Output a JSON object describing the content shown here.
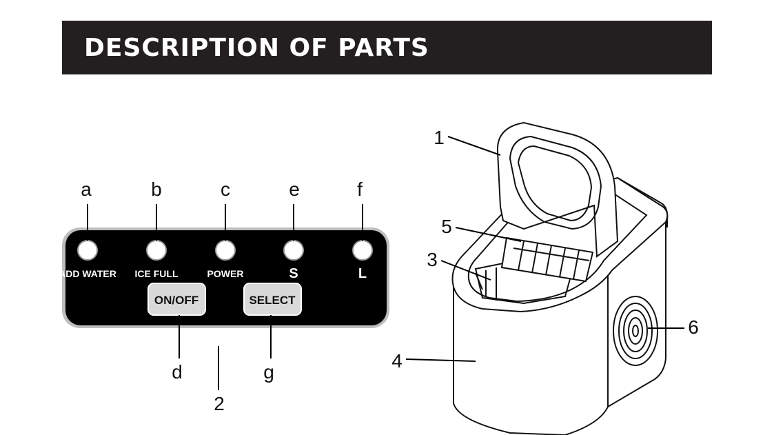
{
  "header": {
    "title": "DESCRIPTION OF PARTS"
  },
  "panel": {
    "indicators": [
      {
        "letter": "a",
        "label": "ADD WATER"
      },
      {
        "letter": "b",
        "label": "ICE FULL"
      },
      {
        "letter": "c",
        "label": "POWER"
      },
      {
        "letter": "e",
        "label": "S"
      },
      {
        "letter": "f",
        "label": "L"
      }
    ],
    "buttons": [
      {
        "letter": "d",
        "label": "ON/OFF"
      },
      {
        "letter": "g",
        "label": "SELECT"
      }
    ],
    "panel_callout": "2"
  },
  "machine": {
    "callouts": [
      "1",
      "5",
      "3",
      "4",
      "6"
    ]
  },
  "colors": {
    "header_bg": "#231f20",
    "panel_bg": "#000000",
    "button_bg": "#d9d9d9"
  }
}
